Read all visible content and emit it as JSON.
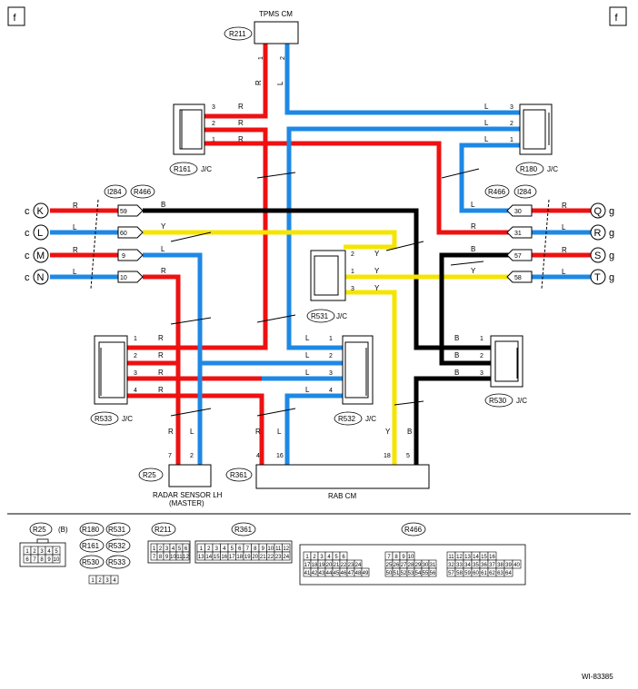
{
  "page_marker": "f",
  "figure_id": "WI-83385",
  "colors": {
    "R": "#ee1111",
    "L": "#1e88e5",
    "B": "#000000",
    "Y": "#f5e400",
    "frame": "#000000"
  },
  "components": {
    "tpms": {
      "title": "TPMS CM",
      "ref": "R211"
    },
    "r161": {
      "ref": "R161",
      "suffix": "J/C"
    },
    "r180": {
      "ref": "R180",
      "suffix": "J/C"
    },
    "r531": {
      "ref": "R531",
      "suffix": "J/C"
    },
    "r533": {
      "ref": "R533",
      "suffix": "J/C"
    },
    "r532": {
      "ref": "R532",
      "suffix": "J/C"
    },
    "r530": {
      "ref": "R530",
      "suffix": "J/C"
    },
    "radar": {
      "ref": "R25",
      "line1": "RADAR SENSOR LH",
      "line2": "(MASTER)"
    },
    "rab": {
      "ref": "R361",
      "title": "RAB CM"
    },
    "left_connectors": [
      "I284",
      "R466"
    ],
    "right_connectors": [
      "R466",
      "I284"
    ]
  },
  "connections_left": [
    {
      "letter": "K",
      "prefix": "c",
      "wire": "R",
      "pin": "59"
    },
    {
      "letter": "L",
      "prefix": "c",
      "wire": "L",
      "pin": "60"
    },
    {
      "letter": "M",
      "prefix": "c",
      "wire": "R",
      "pin": "9"
    },
    {
      "letter": "N",
      "prefix": "c",
      "wire": "L",
      "pin": "10"
    }
  ],
  "connections_right": [
    {
      "letter": "Q",
      "suffix": "g",
      "wire": "R",
      "pin": "30"
    },
    {
      "letter": "R",
      "suffix": "g",
      "wire": "L",
      "pin": "31"
    },
    {
      "letter": "S",
      "suffix": "g",
      "wire": "R",
      "pin": "57"
    },
    {
      "letter": "T",
      "suffix": "g",
      "wire": "L",
      "pin": "58"
    }
  ],
  "legend": {
    "r25": {
      "ref": "R25",
      "tag": "(B)",
      "rows": [
        [
          "1",
          "2",
          "3",
          "4",
          "5"
        ],
        [
          "6",
          "7",
          "8",
          "9",
          "10"
        ]
      ]
    },
    "jc_refs": [
      "R180",
      "R531",
      "R161",
      "R532",
      "R530",
      "R533"
    ],
    "jc_pins": [
      "1",
      "2",
      "3",
      "4"
    ],
    "r211": {
      "ref": "R211",
      "rows": [
        [
          "1",
          "2",
          "3",
          "4",
          "5",
          "6"
        ],
        [
          "7",
          "8",
          "9",
          "10",
          "11",
          "12"
        ]
      ]
    },
    "r361": {
      "ref": "R361",
      "rows": [
        [
          "1",
          "2",
          "3",
          "4",
          "5",
          "6",
          "7",
          "8",
          "9",
          "10",
          "11",
          "12"
        ],
        [
          "13",
          "14",
          "15",
          "16",
          "17",
          "18",
          "19",
          "20",
          "21",
          "22",
          "23",
          "24"
        ]
      ]
    },
    "r466": {
      "ref": "R466",
      "blocks": [
        {
          "rows": [
            [
              "1",
              "2",
              "3",
              "4",
              "5",
              "6"
            ],
            [
              "17",
              "18",
              "19",
              "20",
              "21",
              "22",
              "23",
              "24"
            ],
            [
              "41",
              "42",
              "43",
              "44",
              "45",
              "46",
              "47",
              "48",
              "49"
            ]
          ]
        },
        {
          "rows": [
            [
              "7",
              "8",
              "9",
              "10"
            ],
            [
              "25",
              "26",
              "27",
              "28",
              "29",
              "30",
              "31"
            ],
            [
              "50",
              "51",
              "52",
              "53",
              "54",
              "55",
              "56"
            ]
          ]
        },
        {
          "rows": [
            [
              "11",
              "12",
              "13",
              "14",
              "15",
              "16"
            ],
            [
              "32",
              "33",
              "34",
              "35",
              "36",
              "37",
              "38",
              "39",
              "40"
            ],
            [
              "57",
              "58",
              "59",
              "60",
              "61",
              "62",
              "63",
              "64"
            ]
          ]
        }
      ]
    }
  }
}
